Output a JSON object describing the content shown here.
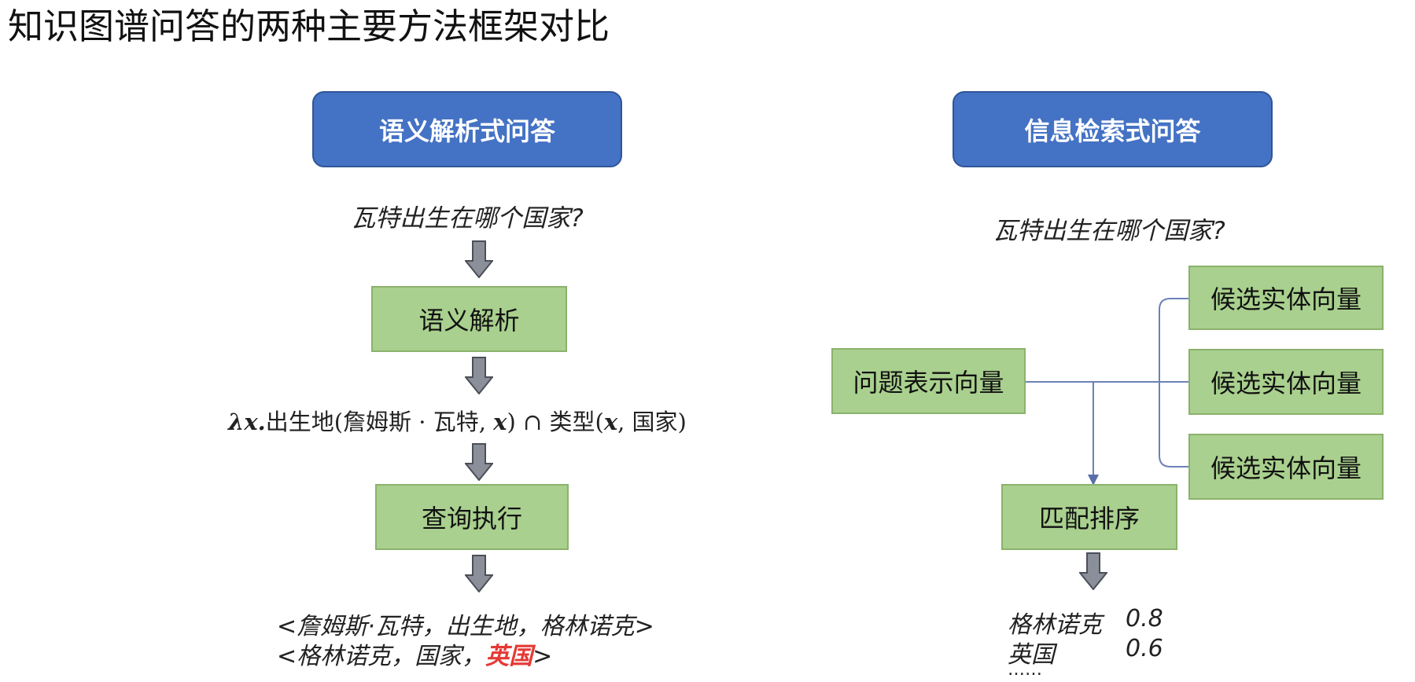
{
  "title": "知识图谱问答的两种主要方法框架对比",
  "left": {
    "header": "语义解析式问答",
    "question": "瓦特出生在哪个国家?",
    "step1": "语义解析",
    "formula": {
      "lambda": "λx.",
      "body": "出生地(詹姆斯 · 瓦特, ",
      "var1": "x",
      "mid": ") ∩ 类型(",
      "var2": "x",
      "end": ", 国家)"
    },
    "step2": "查询执行",
    "triple1": "<詹姆斯·瓦特，出生地，格林诺克>",
    "triple2_prefix": "<格林诺克，国家，",
    "triple2_answer": "英国",
    "triple2_suffix": ">"
  },
  "right": {
    "header": "信息检索式问答",
    "question": "瓦特出生在哪个国家?",
    "question_vector": "问题表示向量",
    "candidates": [
      "候选实体向量",
      "候选实体向量",
      "候选实体向量"
    ],
    "rank": "匹配排序",
    "results": [
      {
        "entity": "格林诺克",
        "score": "0.8"
      },
      {
        "entity": "英国",
        "score": "0.6"
      }
    ],
    "ellipsis": "……"
  },
  "colors": {
    "header_blue": "#4472c4",
    "box_green": "#a9d08e",
    "highlight_red": "#e53935",
    "connector": "#6b82b8"
  }
}
